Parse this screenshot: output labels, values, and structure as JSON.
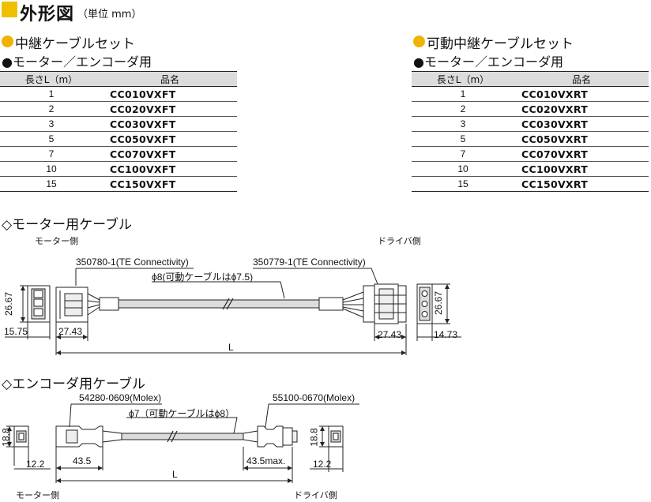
{
  "header": {
    "title": "外形図",
    "unit": "（単位 mm）"
  },
  "relay_cable": {
    "title": "中継ケーブルセット",
    "subtitle": "●モーター／エンコーダ用",
    "columns": [
      "長さL（m）",
      "品名"
    ],
    "rows": [
      {
        "len": "1",
        "name": "CC010VXFT"
      },
      {
        "len": "2",
        "name": "CC020VXFT"
      },
      {
        "len": "3",
        "name": "CC030VXFT"
      },
      {
        "len": "5",
        "name": "CC050VXFT"
      },
      {
        "len": "7",
        "name": "CC070VXFT"
      },
      {
        "len": "10",
        "name": "CC100VXFT"
      },
      {
        "len": "15",
        "name": "CC150VXFT"
      }
    ]
  },
  "flex_relay_cable": {
    "title": "可動中継ケーブルセット",
    "subtitle": "●モーター／エンコーダ用",
    "columns": [
      "長さL（m）",
      "品名"
    ],
    "rows": [
      {
        "len": "1",
        "name": "CC010VXRT"
      },
      {
        "len": "2",
        "name": "CC020VXRT"
      },
      {
        "len": "3",
        "name": "CC030VXRT"
      },
      {
        "len": "5",
        "name": "CC050VXRT"
      },
      {
        "len": "7",
        "name": "CC070VXRT"
      },
      {
        "len": "10",
        "name": "CC100VXRT"
      },
      {
        "len": "15",
        "name": "CC150VXRT"
      }
    ]
  },
  "motor_cable": {
    "title": "◇モーター用ケーブル",
    "motor_side": "モーター側",
    "driver_side": "ドライバ側",
    "connector_left": "350780-1(TE Connectivity)",
    "connector_right": "350779-1(TE Connectivity)",
    "cable_dia": "ϕ8(可動ケーブルはϕ7.5)",
    "dim_height_left": "26.67",
    "dim_width_left": "15.75",
    "dim_len_left": "27.43",
    "dim_len_right": "27.43",
    "dim_height_right": "26.67",
    "dim_width_right": "14.73",
    "dim_total": "L"
  },
  "encoder_cable": {
    "title": "◇エンコーダ用ケーブル",
    "motor_side": "モーター側",
    "driver_side": "ドライバ側",
    "connector_left": "54280-0609(Molex)",
    "connector_right": "55100-0670(Molex)",
    "cable_dia": "ϕ7（可動ケーブルはϕ8）",
    "dim_height_left": "18.8",
    "dim_width_left": "12.2",
    "dim_len_left": "43.5",
    "dim_len_right": "43.5max.",
    "dim_height_right": "18.8",
    "dim_width_right": "12.2",
    "dim_total": "L"
  }
}
